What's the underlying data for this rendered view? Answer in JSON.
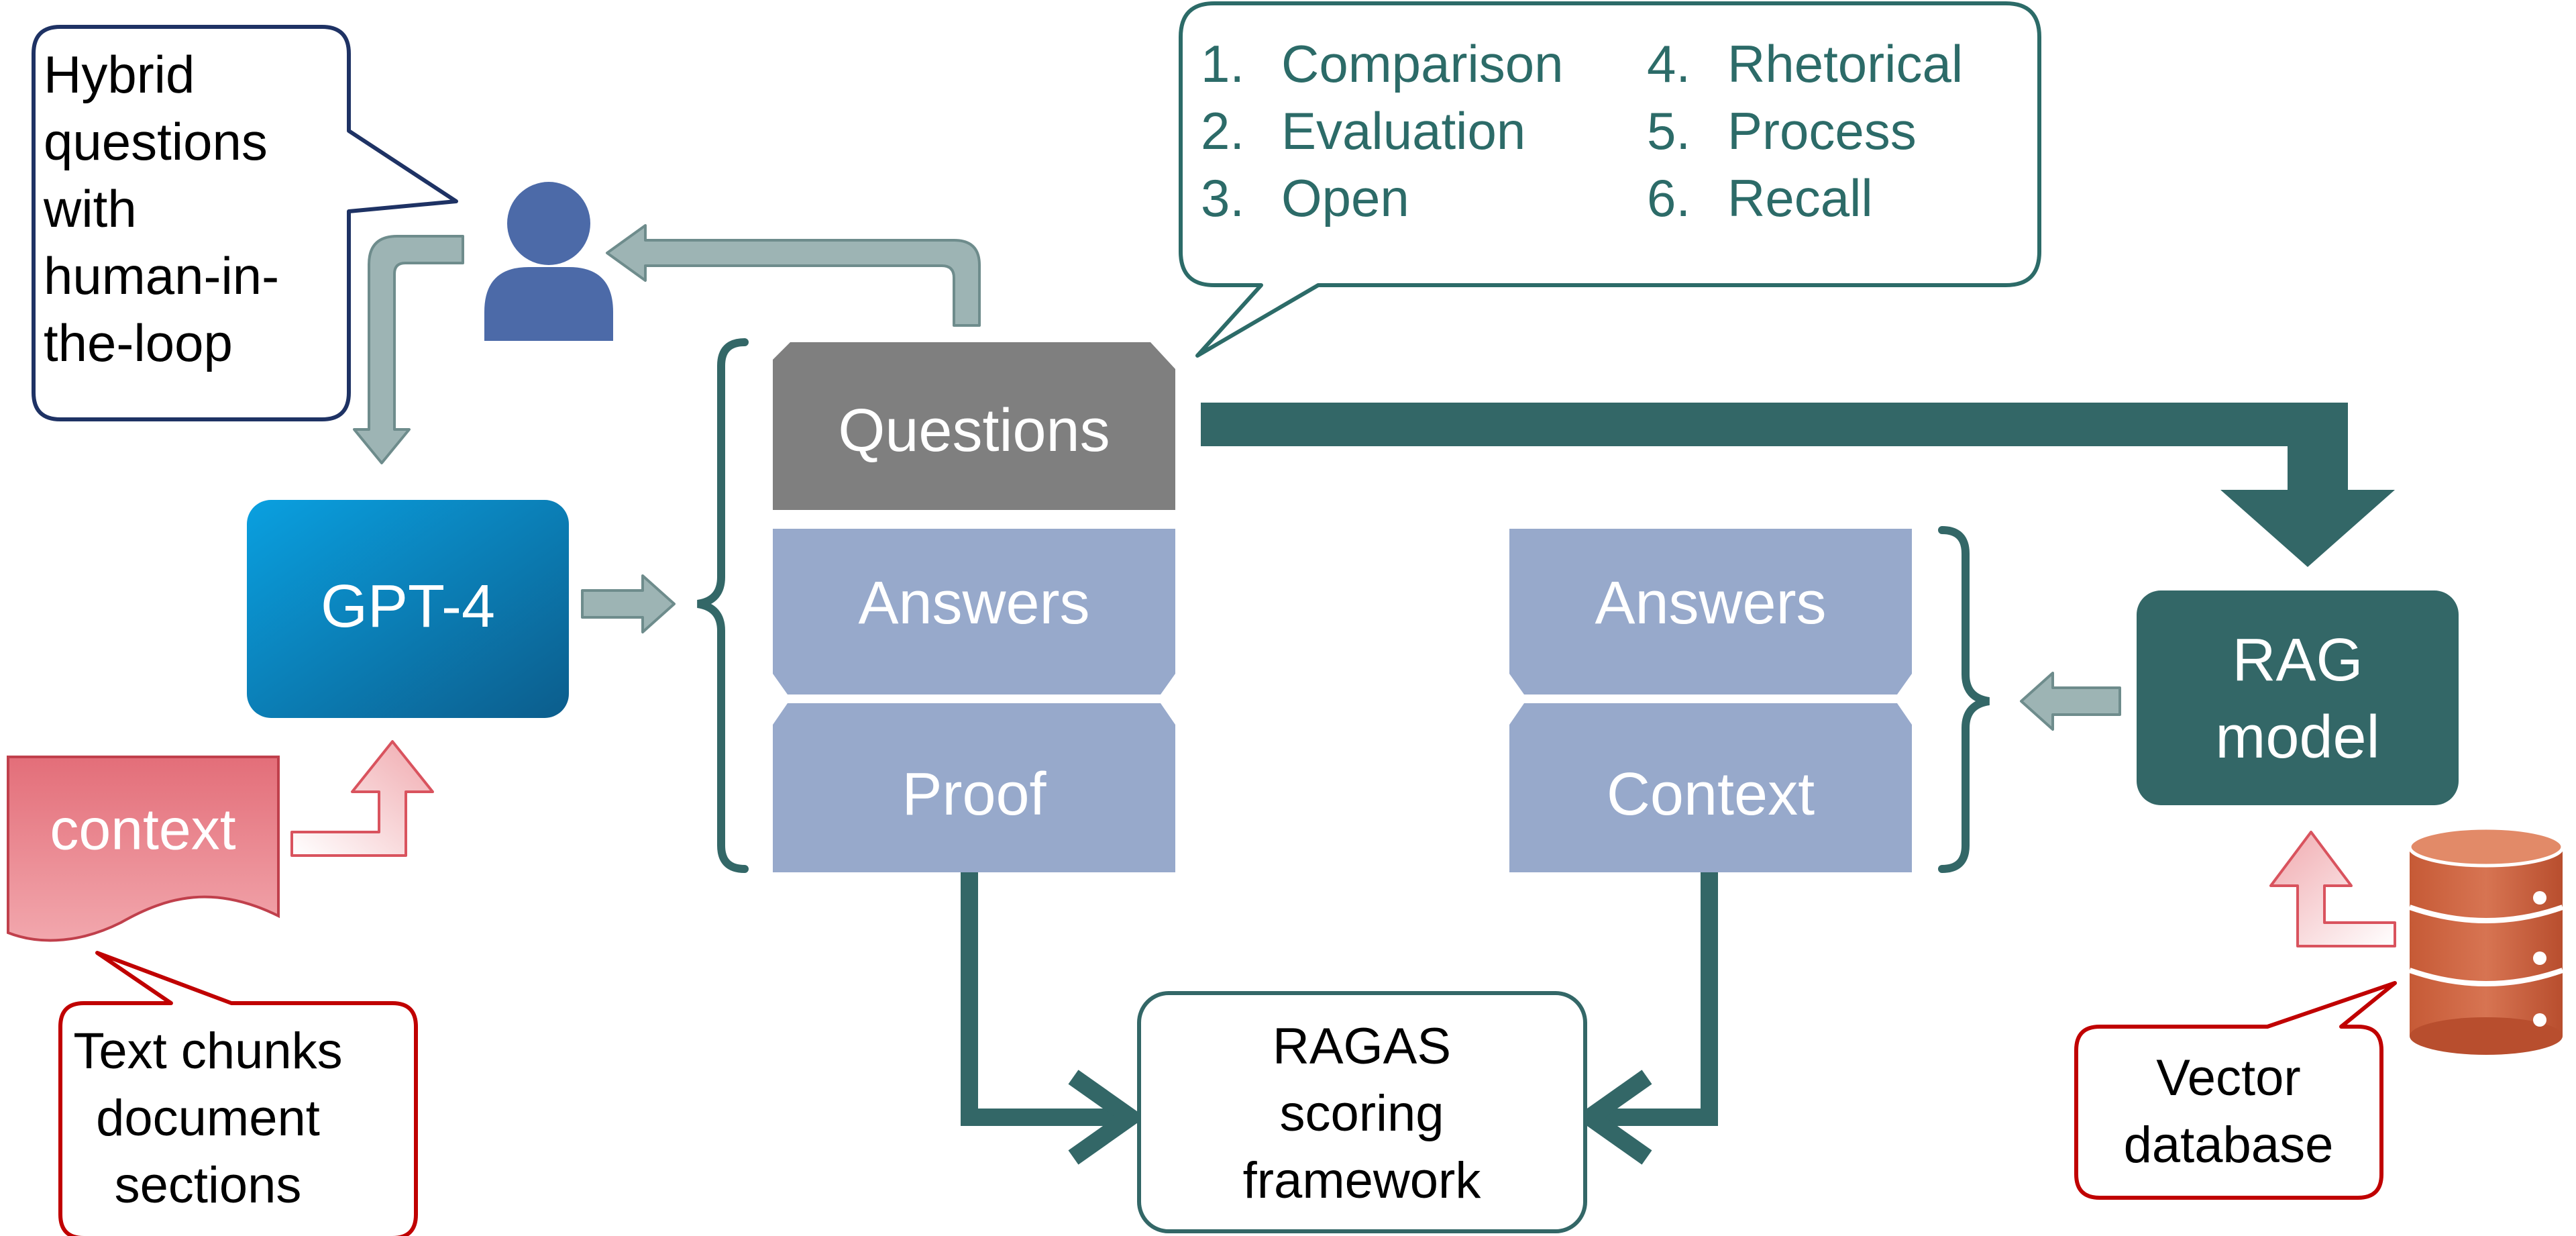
{
  "callouts": {
    "hybrid": [
      "Hybrid",
      "questions",
      "with",
      "human-in-",
      "the-loop"
    ],
    "chunks": [
      "Text chunks",
      "document",
      "sections"
    ],
    "vector": [
      "Vector",
      "database"
    ]
  },
  "question_types": {
    "n1": "1.",
    "t1": "Comparison",
    "n2": "2.",
    "t2": "Evaluation",
    "n3": "3.",
    "t3": "Open",
    "n4": "4.",
    "t4": "Rhetorical",
    "n5": "5.",
    "t5": "Process",
    "n6": "6.",
    "t6": "Recall"
  },
  "nodes": {
    "gpt4": "GPT-4",
    "context_doc": "context",
    "questions": "Questions",
    "answers_left": "Answers",
    "proof": "Proof",
    "answers_right": "Answers",
    "context_right": "Context",
    "rag_model": [
      "RAG",
      "model"
    ],
    "ragas": [
      "RAGAS",
      "scoring",
      "framework"
    ]
  },
  "icons": [
    "user-icon",
    "document-icon",
    "database-icon"
  ],
  "colors": {
    "teal_dark": "#336767",
    "teal_line": "#2c6b68",
    "slate_box": "#97a9cb",
    "questions_gray": "#7f7f7f",
    "gpt_blue": "#0a7cc0",
    "red_accent": "#c00000",
    "navy_border": "#1e3264",
    "user_blue": "#4c6aa8",
    "db_orange": "#cf6a44"
  }
}
